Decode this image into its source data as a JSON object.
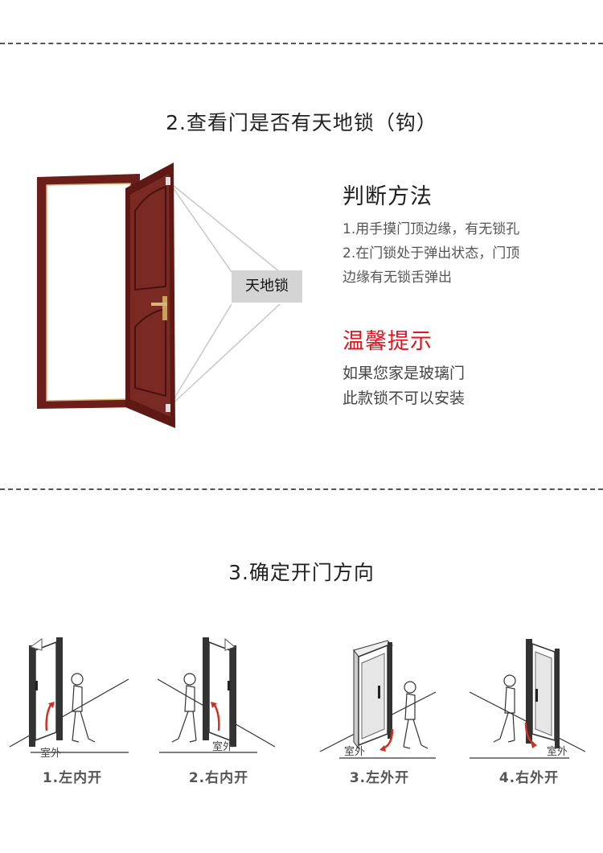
{
  "section2": {
    "title": "2.查看门是否有天地锁（钩）",
    "lock_label": "天地锁",
    "method_title": "判断方法",
    "method_lines": [
      "1.用手摸门顶边缘，有无锁孔",
      "2.在门锁处于弹出状态，门顶",
      "边缘有无锁舌弹出"
    ],
    "tip_title": "温馨提示",
    "tip_lines": [
      "如果您家是玻璃门",
      "此款锁不可以安装"
    ]
  },
  "section3": {
    "title": "3.确定开门方向",
    "options": [
      {
        "label": "1.左内开",
        "outside": "室外"
      },
      {
        "label": "2.右内开",
        "outside": "室外"
      },
      {
        "label": "3.左外开",
        "outside": "室外"
      },
      {
        "label": "4.右外开",
        "outside": "室外"
      }
    ]
  },
  "colors": {
    "tip_red": "#e1141b",
    "door_brown": "#6b1e1a",
    "label_gray": "#d4d4d4"
  }
}
